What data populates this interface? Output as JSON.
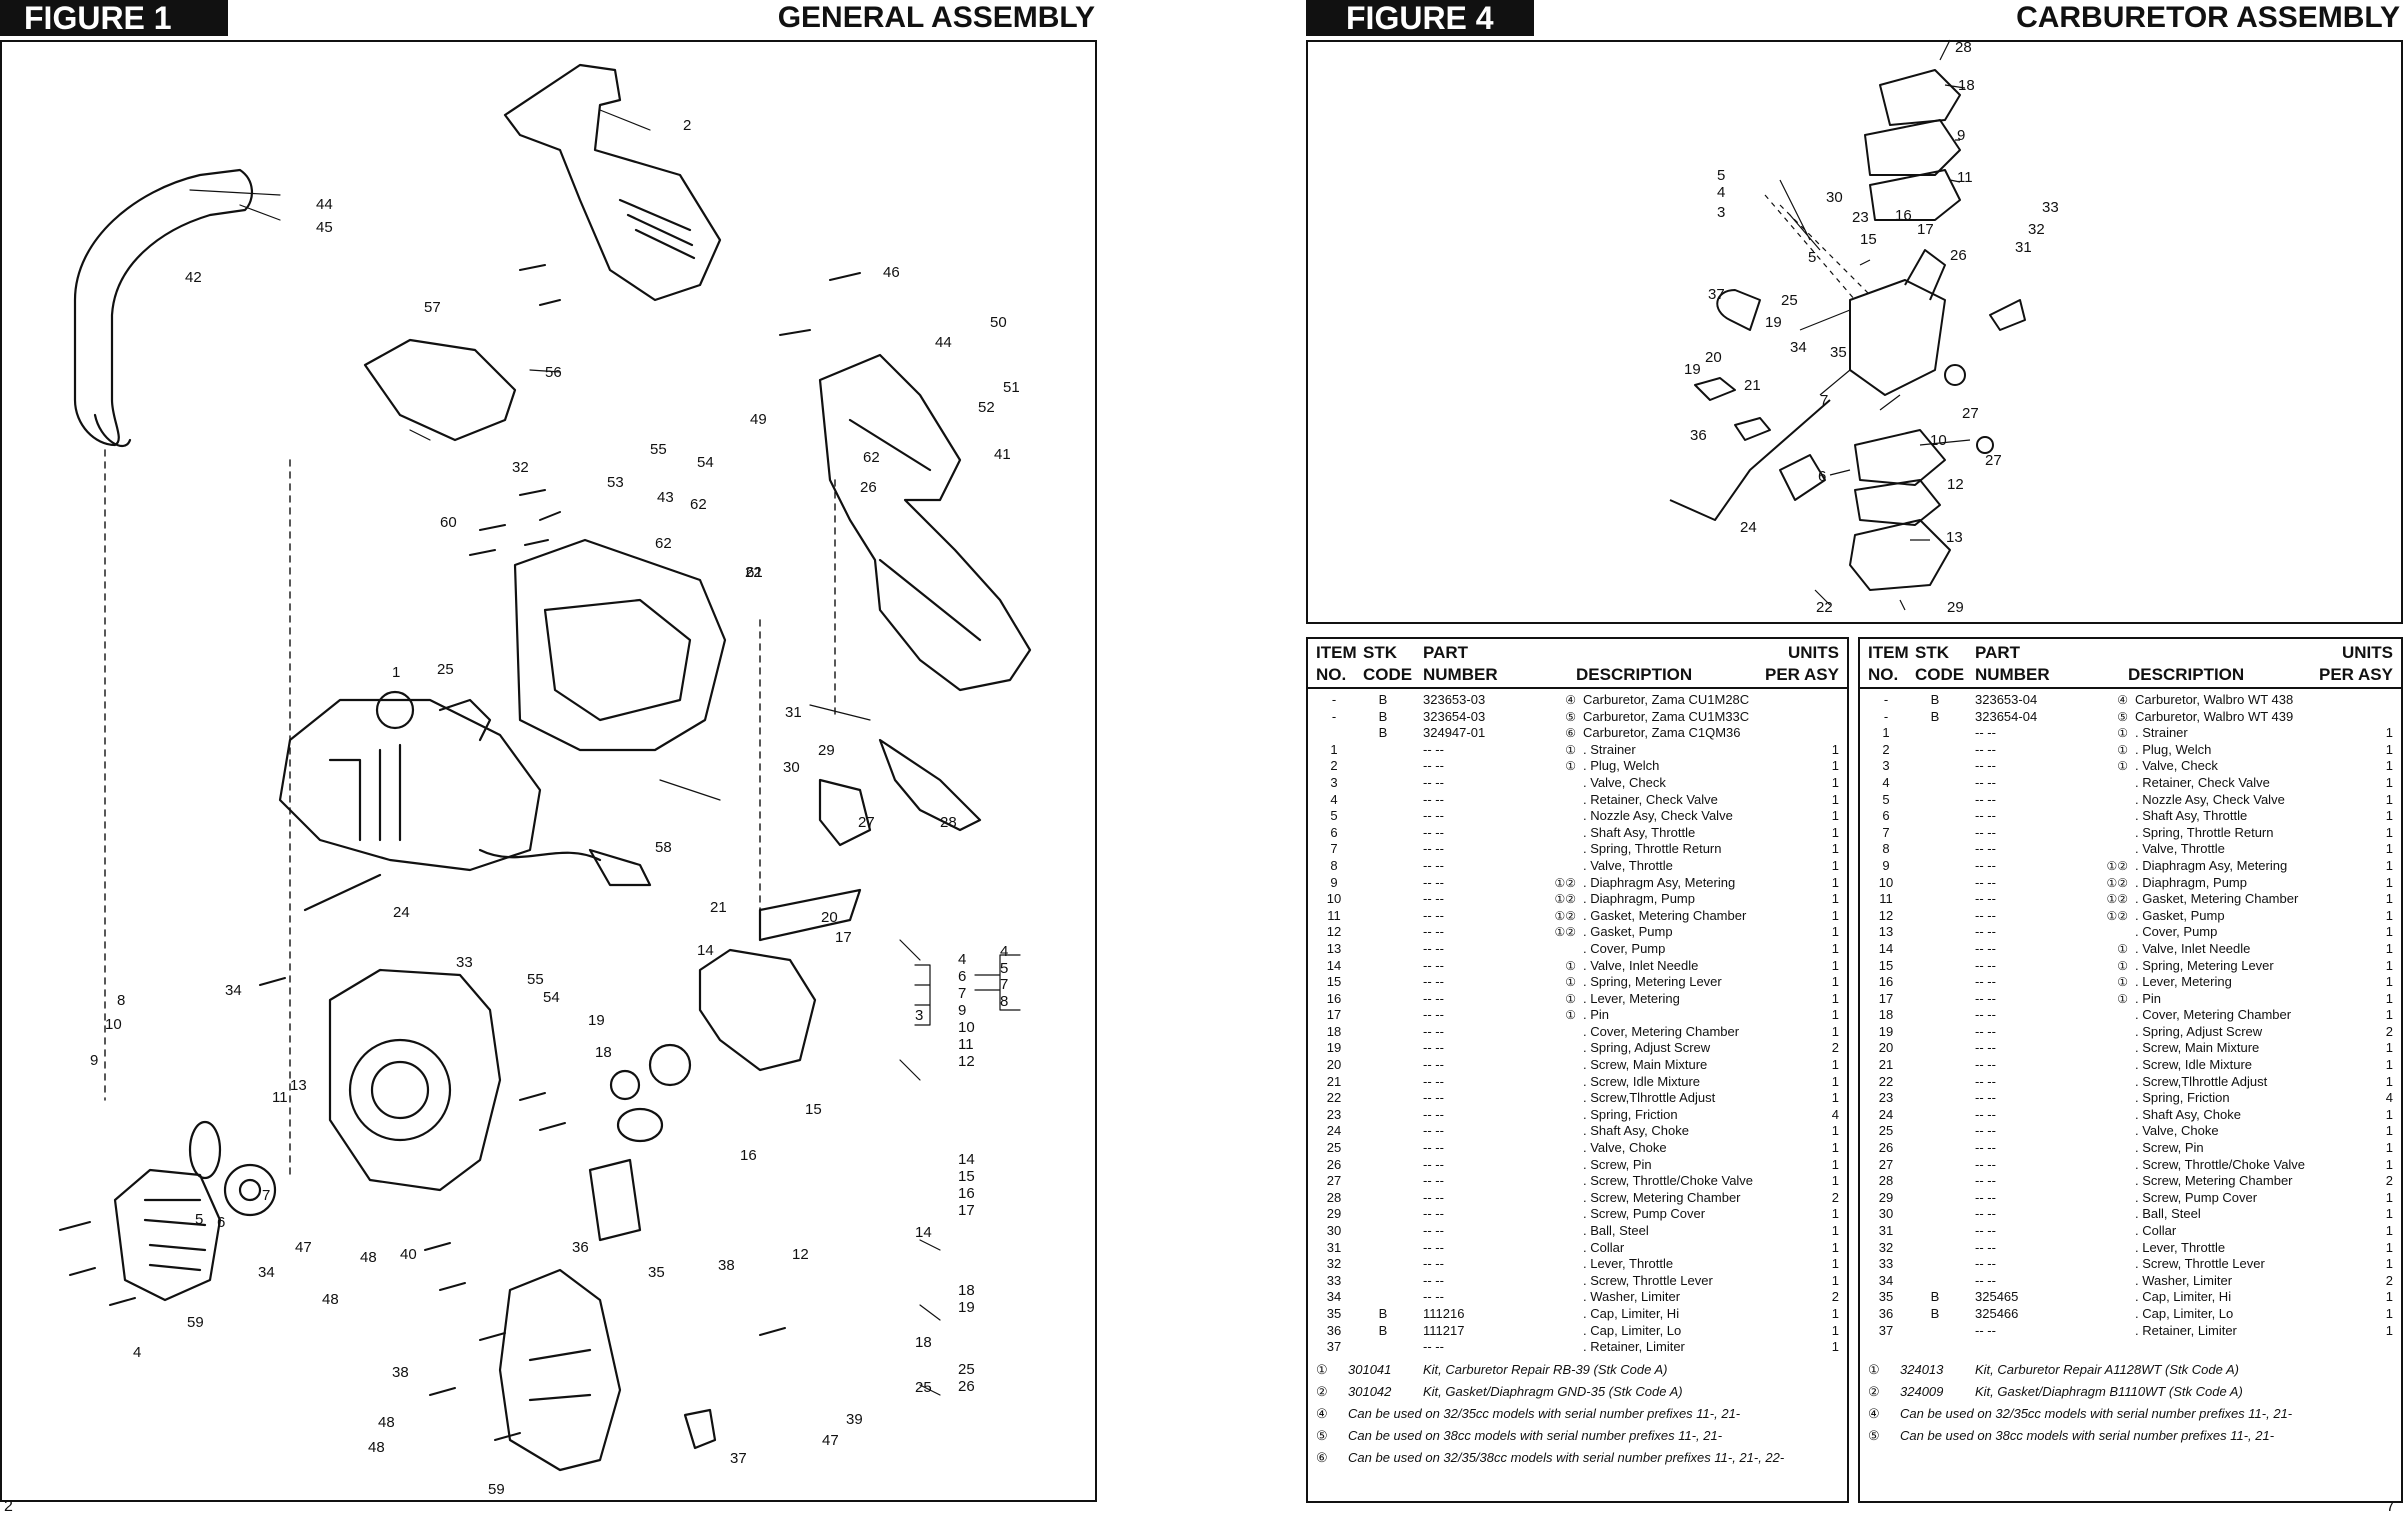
{
  "left": {
    "figure_label": "FIGURE 1",
    "title": "GENERAL ASSEMBLY",
    "page_number": "2",
    "callouts": [
      "2",
      "44",
      "45",
      "42",
      "46",
      "57",
      "56",
      "44",
      "50",
      "51",
      "52",
      "49",
      "55",
      "54",
      "62",
      "41",
      "32",
      "53",
      "62",
      "43",
      "26",
      "62",
      "60",
      "61",
      "25",
      "22",
      "1",
      "31",
      "30",
      "29",
      "27",
      "28",
      "58",
      "24",
      "21",
      "20",
      "17",
      "14",
      "33",
      "55",
      "54",
      "34",
      "8",
      "10",
      "9",
      "19",
      "18",
      "11",
      "13",
      "15",
      "16",
      "5",
      "6",
      "7",
      "47",
      "48",
      "48",
      "34",
      "40",
      "35",
      "36",
      "38",
      "12",
      "4",
      "59",
      "38",
      "39",
      "47",
      "48",
      "48",
      "59",
      "37"
    ],
    "tree_a": {
      "root": "3",
      "items": [
        "4",
        "6",
        "7",
        "9",
        "10",
        "11",
        "12"
      ],
      "sub": [
        "4",
        "5",
        "7",
        "8"
      ]
    },
    "tree_b": {
      "root": "14",
      "items": [
        "14",
        "15",
        "16",
        "17"
      ]
    },
    "tree_c": {
      "root": "18",
      "items": [
        "18",
        "19"
      ]
    },
    "tree_d": {
      "root": "25",
      "items": [
        "25",
        "26"
      ]
    }
  },
  "right": {
    "figure_label": "FIGURE 4",
    "title": "CARBURETOR ASSEMBLY",
    "page_number": "7",
    "callouts": [
      "28",
      "18",
      "9",
      "11",
      "5",
      "4",
      "3",
      "30",
      "23",
      "16",
      "15",
      "17",
      "33",
      "32",
      "31",
      "5",
      "26",
      "37",
      "25",
      "19",
      "34",
      "20",
      "19",
      "35",
      "21",
      "7",
      "27",
      "36",
      "10",
      "27",
      "6",
      "12",
      "24",
      "13",
      "22",
      "29"
    ]
  },
  "table_header": {
    "item": "ITEM",
    "no": "NO.",
    "stk": "STK",
    "code": "CODE",
    "part": "PART",
    "number": "NUMBER",
    "description": "DESCRIPTION",
    "units": "UNITS",
    "per_asy": "PER ASY"
  },
  "table_left": {
    "rows": [
      {
        "item": "-",
        "code": "B",
        "part": "323653-03",
        "mark": "④",
        "desc": "Carburetor, Zama CU1M28C",
        "units": ""
      },
      {
        "item": "-",
        "code": "B",
        "part": "323654-03",
        "mark": "⑤",
        "desc": "Carburetor, Zama CU1M33C",
        "units": ""
      },
      {
        "item": "",
        "code": "B",
        "part": "324947-01",
        "mark": "⑥",
        "desc": "Carburetor, Zama C1QM36",
        "units": ""
      },
      {
        "item": "1",
        "code": "",
        "part": "-- --",
        "mark": "①",
        "desc": ". Strainer",
        "units": "1"
      },
      {
        "item": "2",
        "code": "",
        "part": "-- --",
        "mark": "①",
        "desc": ". Plug, Welch",
        "units": "1"
      },
      {
        "item": "3",
        "code": "",
        "part": "-- --",
        "mark": "",
        "desc": ". Valve, Check",
        "units": "1"
      },
      {
        "item": "4",
        "code": "",
        "part": "-- --",
        "mark": "",
        "desc": ". Retainer, Check Valve",
        "units": "1"
      },
      {
        "item": "5",
        "code": "",
        "part": "-- --",
        "mark": "",
        "desc": ". Nozzle Asy, Check Valve",
        "units": "1"
      },
      {
        "item": "6",
        "code": "",
        "part": "-- --",
        "mark": "",
        "desc": ". Shaft Asy, Throttle",
        "units": "1"
      },
      {
        "item": "7",
        "code": "",
        "part": "-- --",
        "mark": "",
        "desc": ". Spring, Throttle Return",
        "units": "1"
      },
      {
        "item": "8",
        "code": "",
        "part": "-- --",
        "mark": "",
        "desc": ". Valve, Throttle",
        "units": "1"
      },
      {
        "item": "9",
        "code": "",
        "part": "-- --",
        "mark": "①②",
        "desc": ". Diaphragm Asy, Metering",
        "units": "1"
      },
      {
        "item": "10",
        "code": "",
        "part": "-- --",
        "mark": "①②",
        "desc": ". Diaphragm, Pump",
        "units": "1"
      },
      {
        "item": "11",
        "code": "",
        "part": "-- --",
        "mark": "①②",
        "desc": ". Gasket, Metering Chamber",
        "units": "1"
      },
      {
        "item": "12",
        "code": "",
        "part": "-- --",
        "mark": "①②",
        "desc": ". Gasket, Pump",
        "units": "1"
      },
      {
        "item": "13",
        "code": "",
        "part": "-- --",
        "mark": "",
        "desc": ". Cover, Pump",
        "units": "1"
      },
      {
        "item": "14",
        "code": "",
        "part": "-- --",
        "mark": "①",
        "desc": ". Valve, Inlet Needle",
        "units": "1"
      },
      {
        "item": "15",
        "code": "",
        "part": "-- --",
        "mark": "①",
        "desc": ". Spring, Metering Lever",
        "units": "1"
      },
      {
        "item": "16",
        "code": "",
        "part": "-- --",
        "mark": "①",
        "desc": ". Lever, Metering",
        "units": "1"
      },
      {
        "item": "17",
        "code": "",
        "part": "-- --",
        "mark": "①",
        "desc": ". Pin",
        "units": "1"
      },
      {
        "item": "18",
        "code": "",
        "part": "-- --",
        "mark": "",
        "desc": ". Cover, Metering Chamber",
        "units": "1"
      },
      {
        "item": "19",
        "code": "",
        "part": "-- --",
        "mark": "",
        "desc": ". Spring, Adjust Screw",
        "units": "2"
      },
      {
        "item": "20",
        "code": "",
        "part": "-- --",
        "mark": "",
        "desc": ". Screw, Main Mixture",
        "units": "1"
      },
      {
        "item": "21",
        "code": "",
        "part": "-- --",
        "mark": "",
        "desc": ". Screw, Idle Mixture",
        "units": "1"
      },
      {
        "item": "22",
        "code": "",
        "part": "-- --",
        "mark": "",
        "desc": ". Screw,Tlhrottle Adjust",
        "units": "1"
      },
      {
        "item": "23",
        "code": "",
        "part": "-- --",
        "mark": "",
        "desc": ". Spring, Friction",
        "units": "4"
      },
      {
        "item": "24",
        "code": "",
        "part": "-- --",
        "mark": "",
        "desc": ". Shaft Asy, Choke",
        "units": "1"
      },
      {
        "item": "25",
        "code": "",
        "part": "-- --",
        "mark": "",
        "desc": ". Valve, Choke",
        "units": "1"
      },
      {
        "item": "26",
        "code": "",
        "part": "-- --",
        "mark": "",
        "desc": ". Screw, Pin",
        "units": "1"
      },
      {
        "item": "27",
        "code": "",
        "part": "-- --",
        "mark": "",
        "desc": ". Screw, Throttle/Choke Valve",
        "units": "1"
      },
      {
        "item": "28",
        "code": "",
        "part": "-- --",
        "mark": "",
        "desc": ". Screw, Metering Chamber",
        "units": "2"
      },
      {
        "item": "29",
        "code": "",
        "part": "-- --",
        "mark": "",
        "desc": ". Screw, Pump Cover",
        "units": "1"
      },
      {
        "item": "30",
        "code": "",
        "part": "-- --",
        "mark": "",
        "desc": ". Ball, Steel",
        "units": "1"
      },
      {
        "item": "31",
        "code": "",
        "part": "-- --",
        "mark": "",
        "desc": ". Collar",
        "units": "1"
      },
      {
        "item": "32",
        "code": "",
        "part": "-- --",
        "mark": "",
        "desc": ". Lever, Throttle",
        "units": "1"
      },
      {
        "item": "33",
        "code": "",
        "part": "-- --",
        "mark": "",
        "desc": ". Screw, Throttle Lever",
        "units": "1"
      },
      {
        "item": "34",
        "code": "",
        "part": "-- --",
        "mark": "",
        "desc": ". Washer, Limiter",
        "units": "2"
      },
      {
        "item": "35",
        "code": "B",
        "part": "111216",
        "mark": "",
        "desc": ". Cap, Limiter, Hi",
        "units": "1"
      },
      {
        "item": "36",
        "code": "B",
        "part": "111217",
        "mark": "",
        "desc": ". Cap, Limiter, Lo",
        "units": "1"
      },
      {
        "item": "37",
        "code": "",
        "part": "-- --",
        "mark": "",
        "desc": ". Retainer, Limiter",
        "units": "1"
      }
    ],
    "notes": [
      {
        "mark": "①",
        "part": "301041",
        "text": "Kit, Carburetor Repair RB-39 (Stk Code A)"
      },
      {
        "mark": "②",
        "part": "301042",
        "text": "Kit, Gasket/Diaphragm GND-35 (Stk Code A)"
      },
      {
        "mark": "④",
        "part": "",
        "text": "Can be used on 32/35cc models with serial number prefixes 11-, 21-"
      },
      {
        "mark": "⑤",
        "part": "",
        "text": "Can be used on 38cc models with serial number prefixes 11-, 21-"
      },
      {
        "mark": "⑥",
        "part": "",
        "text": "Can be used on 32/35/38cc models with serial number prefixes 11-, 21-, 22-"
      }
    ]
  },
  "table_right": {
    "rows": [
      {
        "item": "-",
        "code": "B",
        "part": "323653-04",
        "mark": "④",
        "desc": "Carburetor, Walbro WT 438",
        "units": ""
      },
      {
        "item": "-",
        "code": "B",
        "part": "323654-04",
        "mark": "⑤",
        "desc": "Carburetor, Walbro WT 439",
        "units": ""
      },
      {
        "item": "1",
        "code": "",
        "part": "-- --",
        "mark": "①",
        "desc": ". Strainer",
        "units": "1"
      },
      {
        "item": "2",
        "code": "",
        "part": "-- --",
        "mark": "①",
        "desc": ". Plug, Welch",
        "units": "1"
      },
      {
        "item": "3",
        "code": "",
        "part": "-- --",
        "mark": "①",
        "desc": ". Valve, Check",
        "units": "1"
      },
      {
        "item": "4",
        "code": "",
        "part": "-- --",
        "mark": "",
        "desc": ". Retainer, Check Valve",
        "units": "1"
      },
      {
        "item": "5",
        "code": "",
        "part": "-- --",
        "mark": "",
        "desc": ". Nozzle Asy, Check Valve",
        "units": "1"
      },
      {
        "item": "6",
        "code": "",
        "part": "-- --",
        "mark": "",
        "desc": ". Shaft Asy, Throttle",
        "units": "1"
      },
      {
        "item": "7",
        "code": "",
        "part": "-- --",
        "mark": "",
        "desc": ". Spring, Throttle Return",
        "units": "1"
      },
      {
        "item": "8",
        "code": "",
        "part": "-- --",
        "mark": "",
        "desc": ". Valve, Throttle",
        "units": "1"
      },
      {
        "item": "9",
        "code": "",
        "part": "-- --",
        "mark": "①②",
        "desc": ". Diaphragm Asy, Metering",
        "units": "1"
      },
      {
        "item": "10",
        "code": "",
        "part": "-- --",
        "mark": "①②",
        "desc": ". Diaphragm, Pump",
        "units": "1"
      },
      {
        "item": "11",
        "code": "",
        "part": "-- --",
        "mark": "①②",
        "desc": ". Gasket, Metering Chamber",
        "units": "1"
      },
      {
        "item": "12",
        "code": "",
        "part": "-- --",
        "mark": "①②",
        "desc": ". Gasket, Pump",
        "units": "1"
      },
      {
        "item": "13",
        "code": "",
        "part": "-- --",
        "mark": "",
        "desc": ". Cover, Pump",
        "units": "1"
      },
      {
        "item": "14",
        "code": "",
        "part": "-- --",
        "mark": "①",
        "desc": ". Valve, Inlet Needle",
        "units": "1"
      },
      {
        "item": "15",
        "code": "",
        "part": "-- --",
        "mark": "①",
        "desc": ". Spring, Metering Lever",
        "units": "1"
      },
      {
        "item": "16",
        "code": "",
        "part": "-- --",
        "mark": "①",
        "desc": ". Lever, Metering",
        "units": "1"
      },
      {
        "item": "17",
        "code": "",
        "part": "-- --",
        "mark": "①",
        "desc": ". Pin",
        "units": "1"
      },
      {
        "item": "18",
        "code": "",
        "part": "-- --",
        "mark": "",
        "desc": ". Cover, Metering Chamber",
        "units": "1"
      },
      {
        "item": "19",
        "code": "",
        "part": "-- --",
        "mark": "",
        "desc": ". Spring, Adjust Screw",
        "units": "2"
      },
      {
        "item": "20",
        "code": "",
        "part": "-- --",
        "mark": "",
        "desc": ". Screw, Main Mixture",
        "units": "1"
      },
      {
        "item": "21",
        "code": "",
        "part": "-- --",
        "mark": "",
        "desc": ". Screw, Idle Mixture",
        "units": "1"
      },
      {
        "item": "22",
        "code": "",
        "part": "-- --",
        "mark": "",
        "desc": ". Screw,Tlhrottle Adjust",
        "units": "1"
      },
      {
        "item": "23",
        "code": "",
        "part": "-- --",
        "mark": "",
        "desc": ". Spring, Friction",
        "units": "4"
      },
      {
        "item": "24",
        "code": "",
        "part": "-- --",
        "mark": "",
        "desc": ". Shaft Asy, Choke",
        "units": "1"
      },
      {
        "item": "25",
        "code": "",
        "part": "-- --",
        "mark": "",
        "desc": ". Valve, Choke",
        "units": "1"
      },
      {
        "item": "26",
        "code": "",
        "part": "-- --",
        "mark": "",
        "desc": ". Screw, Pin",
        "units": "1"
      },
      {
        "item": "27",
        "code": "",
        "part": "-- --",
        "mark": "",
        "desc": ". Screw, Throttle/Choke Valve",
        "units": "1"
      },
      {
        "item": "28",
        "code": "",
        "part": "-- --",
        "mark": "",
        "desc": ". Screw, Metering Chamber",
        "units": "2"
      },
      {
        "item": "29",
        "code": "",
        "part": "-- --",
        "mark": "",
        "desc": ". Screw, Pump Cover",
        "units": "1"
      },
      {
        "item": "30",
        "code": "",
        "part": "-- --",
        "mark": "",
        "desc": ". Ball, Steel",
        "units": "1"
      },
      {
        "item": "31",
        "code": "",
        "part": "-- --",
        "mark": "",
        "desc": ". Collar",
        "units": "1"
      },
      {
        "item": "32",
        "code": "",
        "part": "-- --",
        "mark": "",
        "desc": ". Lever, Throttle",
        "units": "1"
      },
      {
        "item": "33",
        "code": "",
        "part": "-- --",
        "mark": "",
        "desc": ". Screw, Throttle Lever",
        "units": "1"
      },
      {
        "item": "34",
        "code": "",
        "part": "-- --",
        "mark": "",
        "desc": ". Washer, Limiter",
        "units": "2"
      },
      {
        "item": "35",
        "code": "B",
        "part": "325465",
        "mark": "",
        "desc": ". Cap, Limiter, Hi",
        "units": "1"
      },
      {
        "item": "36",
        "code": "B",
        "part": "325466",
        "mark": "",
        "desc": ". Cap, Limiter, Lo",
        "units": "1"
      },
      {
        "item": "37",
        "code": "",
        "part": "-- --",
        "mark": "",
        "desc": ". Retainer, Limiter",
        "units": "1"
      }
    ],
    "notes": [
      {
        "mark": "①",
        "part": "324013",
        "text": "Kit, Carburetor Repair A1128WT (Stk Code A)"
      },
      {
        "mark": "②",
        "part": "324009",
        "text": "Kit, Gasket/Diaphragm B1110WT (Stk Code A)"
      },
      {
        "mark": "④",
        "part": "",
        "text": "Can be used on 32/35cc models with serial number prefixes 11-, 21-"
      },
      {
        "mark": "⑤",
        "part": "",
        "text": "Can be used on 38cc models with serial number prefixes 11-, 21-"
      }
    ]
  }
}
